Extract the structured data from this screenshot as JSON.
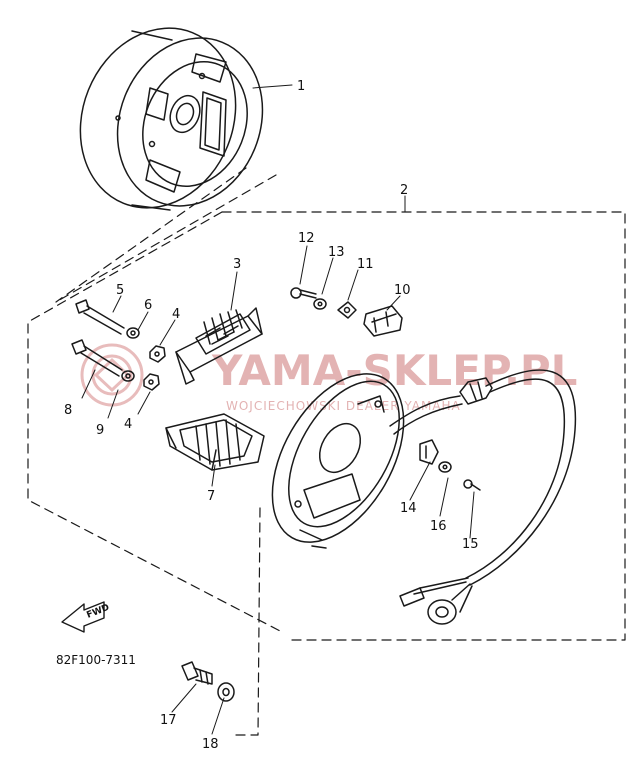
{
  "diagram": {
    "part_code": "82F100-7311",
    "fwd_label": "FWD",
    "callouts": [
      {
        "id": "c1",
        "label": "1"
      },
      {
        "id": "c2",
        "label": "2"
      },
      {
        "id": "c3",
        "label": "3"
      },
      {
        "id": "c4a",
        "label": "4"
      },
      {
        "id": "c4b",
        "label": "4"
      },
      {
        "id": "c5",
        "label": "5"
      },
      {
        "id": "c6",
        "label": "6"
      },
      {
        "id": "c7",
        "label": "7"
      },
      {
        "id": "c8",
        "label": "8"
      },
      {
        "id": "c9",
        "label": "9"
      },
      {
        "id": "c10",
        "label": "10"
      },
      {
        "id": "c11",
        "label": "11"
      },
      {
        "id": "c12",
        "label": "12"
      },
      {
        "id": "c13",
        "label": "13"
      },
      {
        "id": "c14",
        "label": "14"
      },
      {
        "id": "c15",
        "label": "15"
      },
      {
        "id": "c16",
        "label": "16"
      },
      {
        "id": "c17",
        "label": "17"
      },
      {
        "id": "c18",
        "label": "18"
      }
    ]
  },
  "watermark": {
    "main_text": "YAMA-SKLEP.PL",
    "sub_text": "WOJCIECHOWSKI DEALER YAMAHA"
  },
  "colors": {
    "line": "#1a1a1a",
    "watermark": "#e3b3b3",
    "background": "#ffffff"
  }
}
